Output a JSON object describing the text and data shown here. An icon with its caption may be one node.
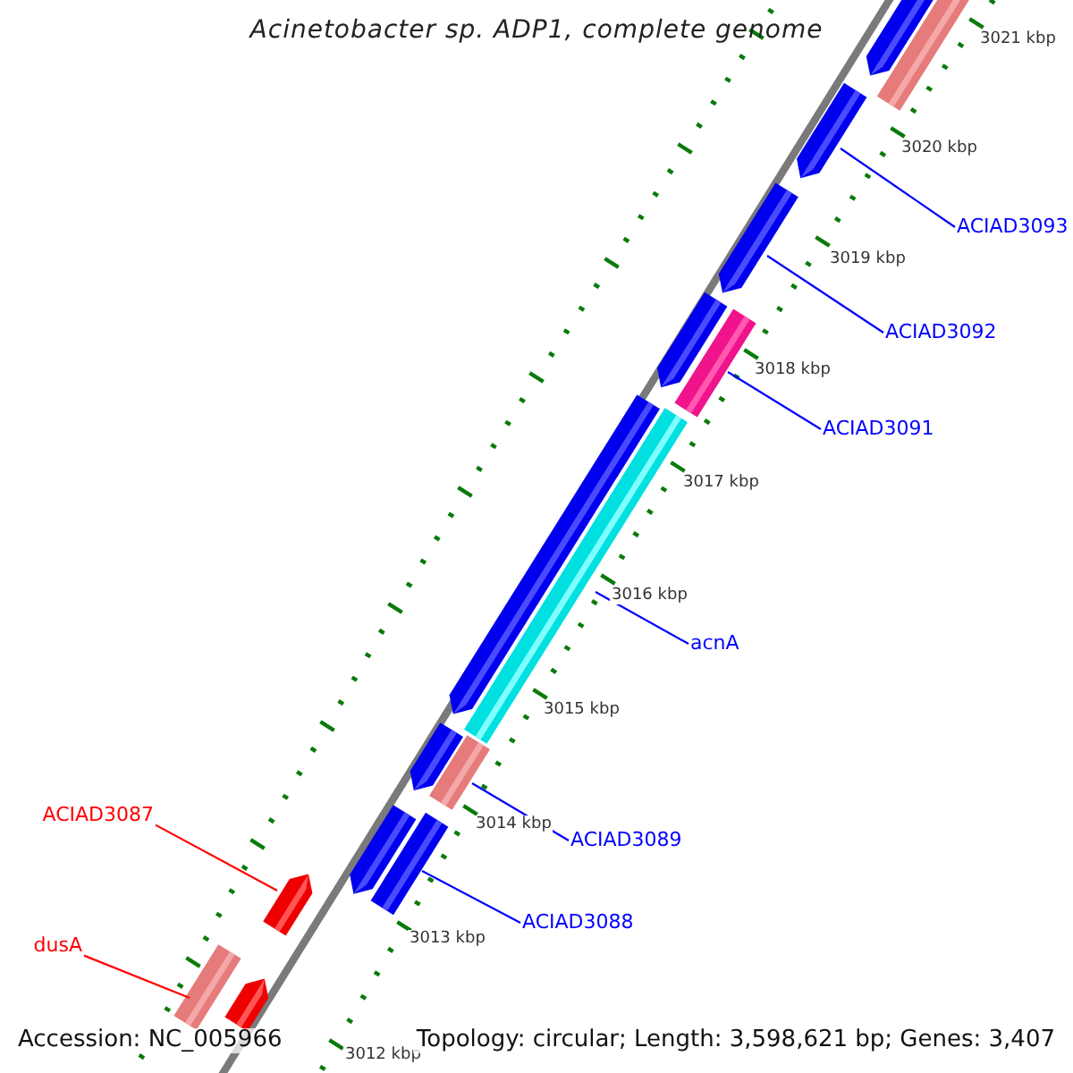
{
  "diagram": {
    "title": "Acinetobacter sp. ADP1, complete genome",
    "nodes": [
      {
        "text": [],
        "shape": "arrow"
      },
      {
        "text": [],
        "shape": "bar"
      },
      {
        "text": [
          "ACIAD3093"
        ]
      },
      {
        "text": [],
        "shape": "arrow"
      },
      {
        "text": [
          "ACIAD3092"
        ]
      },
      {
        "text": [],
        "shape": "arrow"
      },
      {
        "text": [],
        "shape": "arrow"
      },
      {
        "text": [
          "ACIAD3091"
        ]
      },
      {
        "text": [],
        "shape": "bar"
      },
      {
        "text": [],
        "shape": "arrow"
      },
      {
        "text": [
          "acnA"
        ]
      },
      {
        "text": [],
        "shape": "bar"
      },
      {
        "text": [],
        "shape": "arrow"
      },
      {
        "text": [
          "ACIAD3089"
        ]
      },
      {
        "text": [],
        "shape": "bar"
      },
      {
        "text": [],
        "shape": "arrow"
      },
      {
        "text": [
          "ACIAD3088"
        ]
      },
      {
        "text": [],
        "shape": "bar"
      },
      {
        "text": [
          "ACIAD3087"
        ]
      },
      {
        "text": [],
        "shape": "arrow"
      },
      {
        "text": [
          "dusA"
        ]
      },
      {
        "text": [],
        "shape": "bar"
      },
      {
        "text": [],
        "shape": "arrow"
      }
    ],
    "edges": [
      {
        "from": 2,
        "to": 3,
        "arrow": "none"
      },
      {
        "from": 4,
        "to": 5,
        "arrow": "none"
      },
      {
        "from": 7,
        "to": 8,
        "arrow": "none"
      },
      {
        "from": 10,
        "to": 11,
        "arrow": "none"
      },
      {
        "from": 13,
        "to": 14,
        "arrow": "none"
      },
      {
        "from": 16,
        "to": 17,
        "arrow": "none"
      },
      {
        "from": 18,
        "to": 19,
        "arrow": "none",
        "color": "#ff0000"
      },
      {
        "from": 20,
        "to": 21,
        "arrow": "none",
        "color": "#ff0000"
      }
    ],
    "labels": [
      "3021 kbp",
      "3020 kbp",
      "3019 kbp",
      "3018 kbp",
      "3017 kbp",
      "3016 kbp",
      "3015 kbp",
      "3014 kbp",
      "3013 kbp",
      "3012 kbp",
      "Accession: NC_005966",
      "Topology: circular; Length: 3,598,621 bp; Genes: 3,407"
    ]
  }
}
